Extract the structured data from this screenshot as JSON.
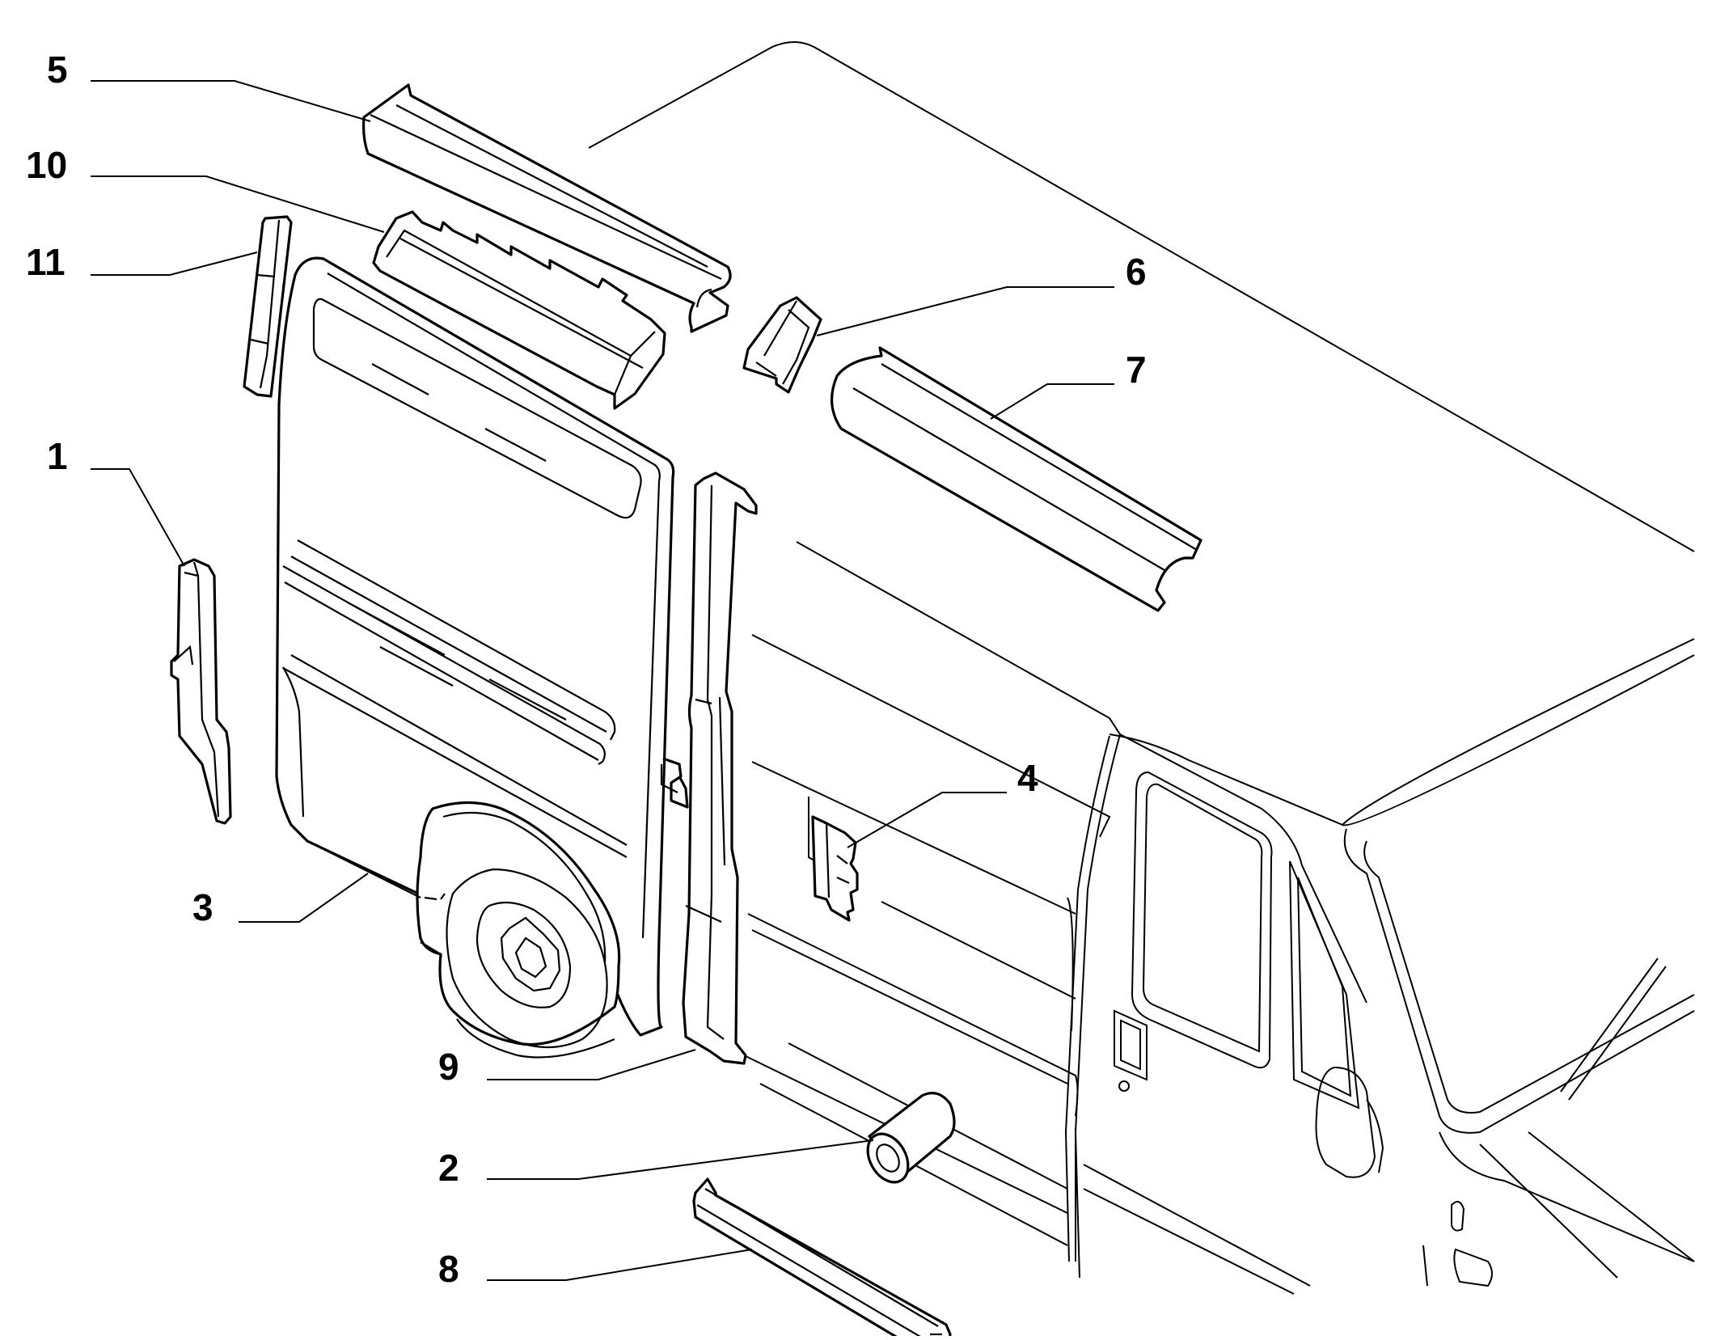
{
  "diagram": {
    "callouts": [
      {
        "id": "callout-5",
        "label": "5"
      },
      {
        "id": "callout-10",
        "label": "10"
      },
      {
        "id": "callout-11",
        "label": "11"
      },
      {
        "id": "callout-1",
        "label": "1"
      },
      {
        "id": "callout-6",
        "label": "6"
      },
      {
        "id": "callout-7",
        "label": "7"
      },
      {
        "id": "callout-4",
        "label": "4"
      },
      {
        "id": "callout-3",
        "label": "3"
      },
      {
        "id": "callout-9",
        "label": "9"
      },
      {
        "id": "callout-2",
        "label": "2"
      },
      {
        "id": "callout-8",
        "label": "8"
      }
    ]
  }
}
